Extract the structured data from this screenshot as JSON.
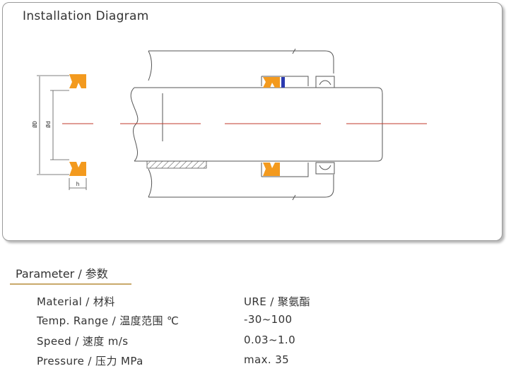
{
  "diagram": {
    "title": "Installation Diagram",
    "dim_outer": "ØD",
    "dim_inner": "Ød",
    "dim_height": "h",
    "colors": {
      "seal_orange": "#f39a1e",
      "centerline_red": "#c0392b",
      "ring_blue": "#2b3ab0",
      "line_gray": "#555555"
    }
  },
  "parameters": {
    "header": "Parameter / 参数",
    "rows": [
      {
        "label": "Material / 材料",
        "value": "URE / 聚氨酯"
      },
      {
        "label": "Temp. Range / 温度范围 ℃",
        "value": "-30~100"
      },
      {
        "label": "Speed / 速度 m/s",
        "value": "0.03~1.0"
      },
      {
        "label": "Pressure / 压力 MPa",
        "value": "max. 35"
      }
    ]
  }
}
